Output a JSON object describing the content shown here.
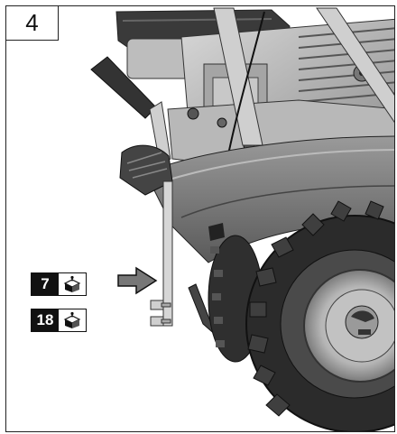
{
  "step": {
    "number": "4"
  },
  "parts": [
    {
      "qty": "7",
      "icon": "parts-box-icon"
    },
    {
      "qty": "18",
      "icon": "parts-box-icon"
    }
  ],
  "colors": {
    "line": "#222222",
    "dark": "#3a3a3a",
    "mid": "#8a8a8a",
    "light": "#cfcfcf",
    "badge": "#111111"
  }
}
